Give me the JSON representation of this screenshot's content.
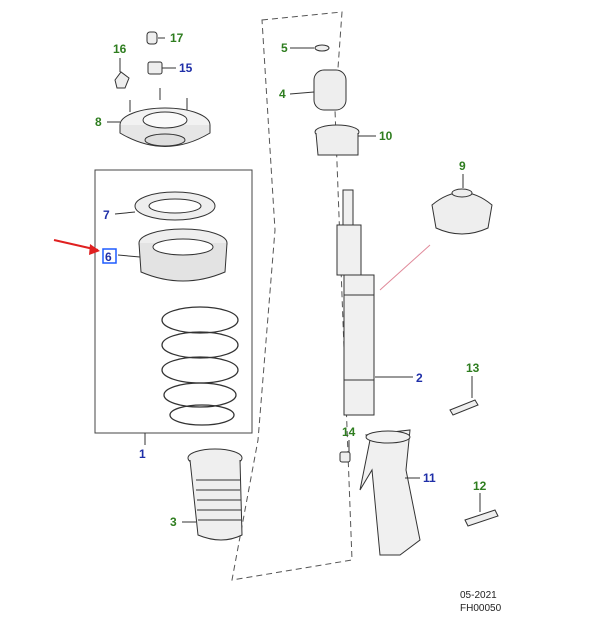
{
  "colors": {
    "green_label": "#2e7d1f",
    "blue_label": "#1f2fa8",
    "arrow": "#e02020",
    "highlight": "#1e5bff",
    "line": "#333333",
    "leader_pink": "#e08a9a"
  },
  "callouts": [
    {
      "id": "c1",
      "text": "1",
      "color": "blue"
    },
    {
      "id": "c2",
      "text": "2",
      "color": "blue"
    },
    {
      "id": "c3",
      "text": "3",
      "color": "green"
    },
    {
      "id": "c4",
      "text": "4",
      "color": "green"
    },
    {
      "id": "c5",
      "text": "5",
      "color": "green"
    },
    {
      "id": "c6",
      "text": "6",
      "color": "blue",
      "highlighted": true
    },
    {
      "id": "c7",
      "text": "7",
      "color": "blue"
    },
    {
      "id": "c8",
      "text": "8",
      "color": "green"
    },
    {
      "id": "c9",
      "text": "9",
      "color": "green"
    },
    {
      "id": "c10",
      "text": "10",
      "color": "green"
    },
    {
      "id": "c11",
      "text": "11",
      "color": "blue"
    },
    {
      "id": "c12",
      "text": "12",
      "color": "green"
    },
    {
      "id": "c13",
      "text": "13",
      "color": "green"
    },
    {
      "id": "c14",
      "text": "14",
      "color": "green"
    },
    {
      "id": "c15",
      "text": "15",
      "color": "blue"
    },
    {
      "id": "c16",
      "text": "16",
      "color": "green"
    },
    {
      "id": "c17",
      "text": "17",
      "color": "green"
    }
  ],
  "footer": {
    "date": "05-2021",
    "code": "FH00050"
  }
}
